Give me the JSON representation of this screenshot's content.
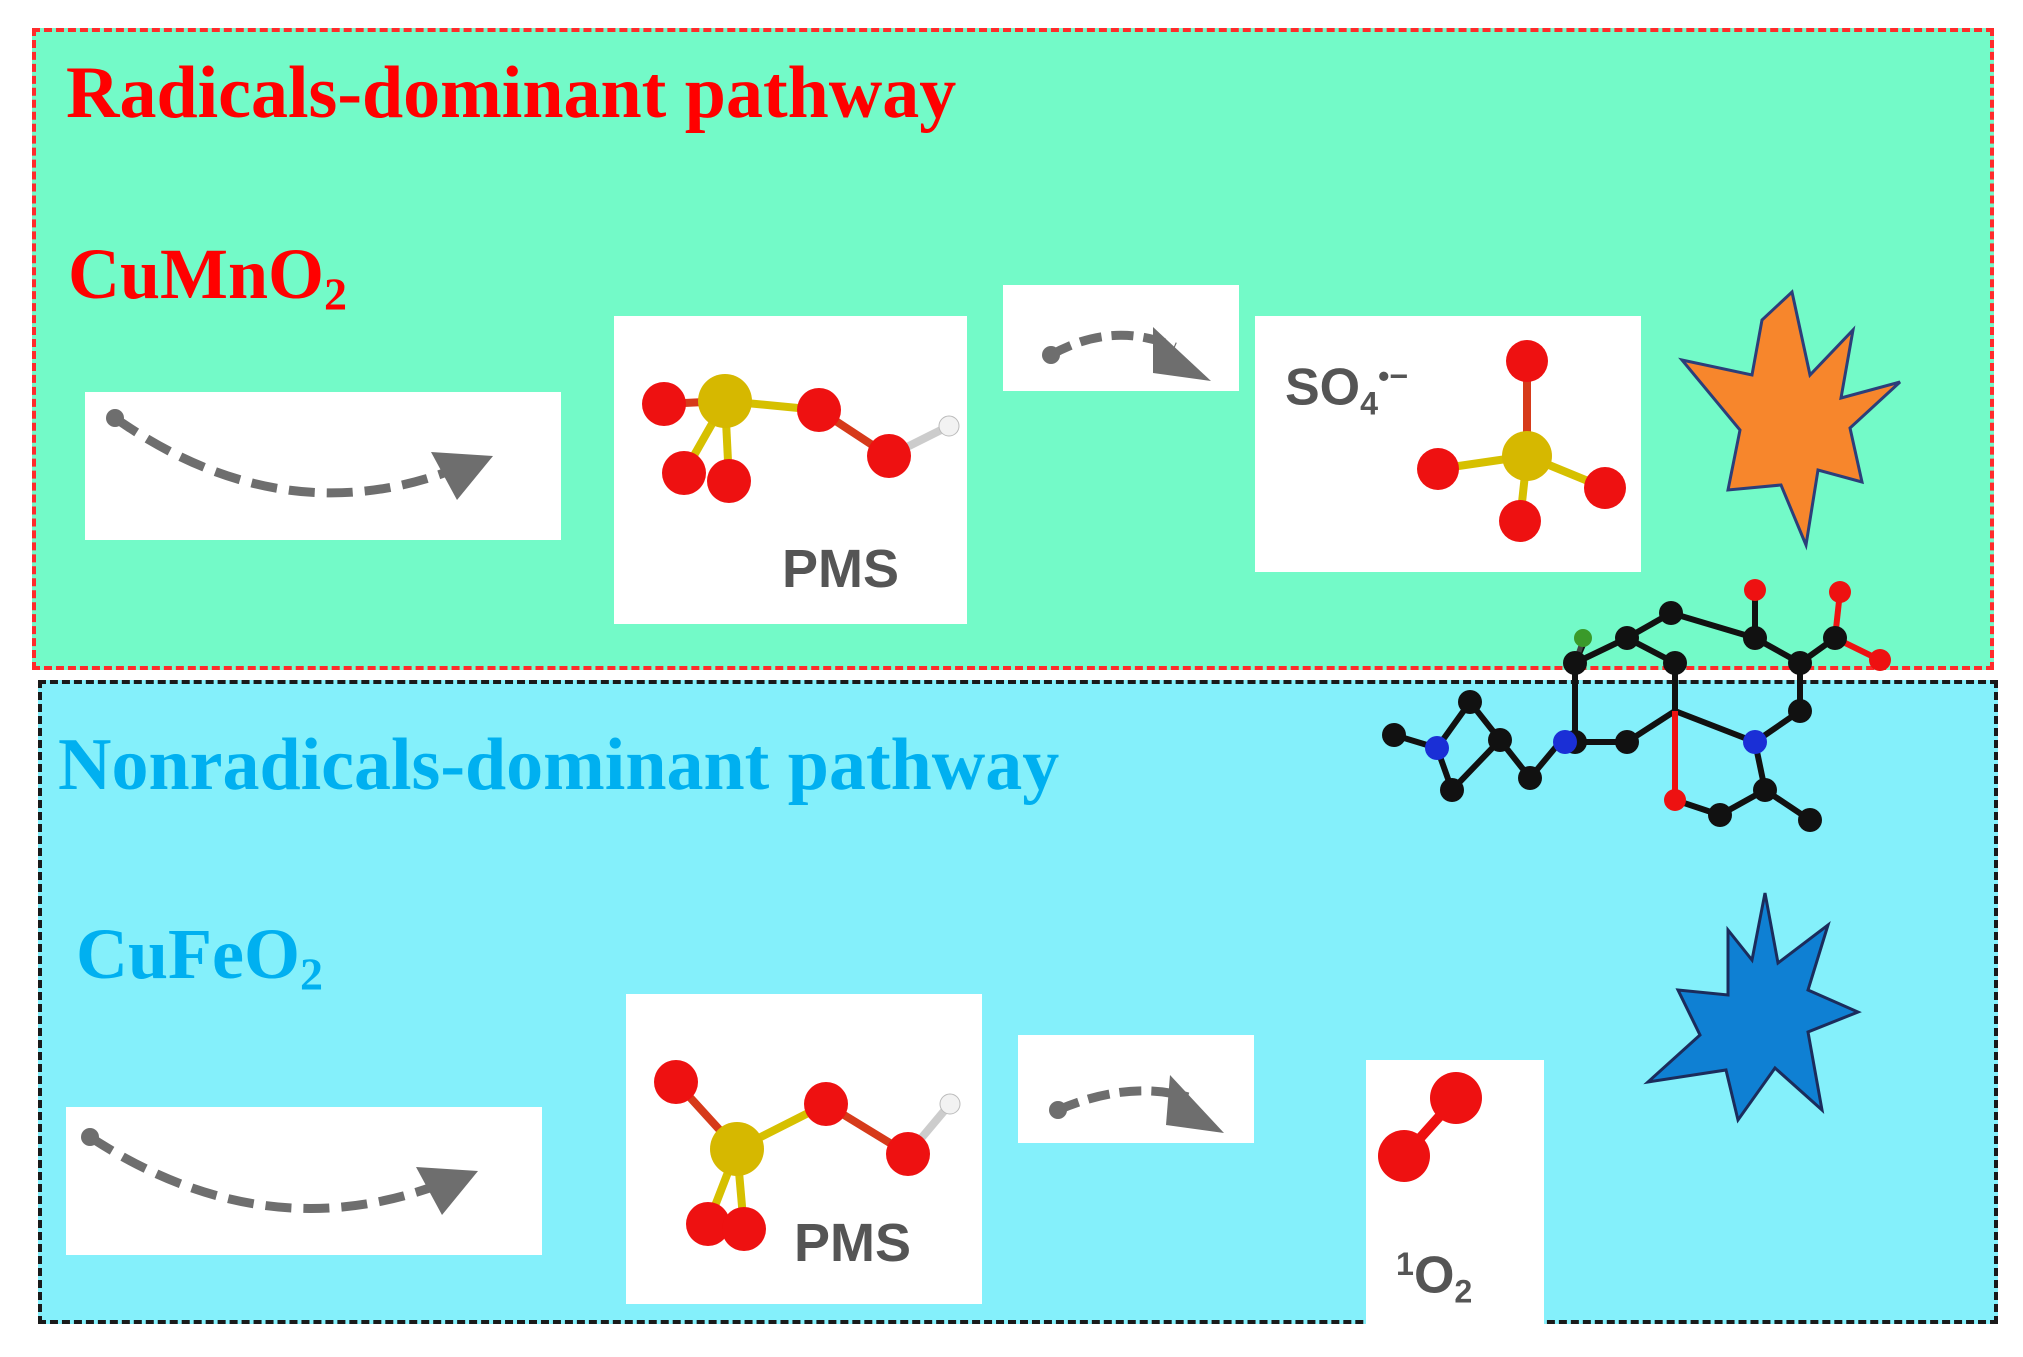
{
  "colors": {
    "radical_panel_bg": "#73fac8",
    "radical_panel_border": "#ff2b2b",
    "radical_text": "#ff0000",
    "nonradical_panel_bg": "#84f0fb",
    "nonradical_panel_border": "#1a1a1a",
    "nonradical_text": "#00b0f0",
    "arrow_gray": "#6e6e6e",
    "oxygen_red": "#ee1111",
    "sulfur_yellow": "#d6b800",
    "burst_orange": "#f7862c",
    "burst_blue": "#0f80d3"
  },
  "radical_pathway": {
    "title": "Radicals-dominant pathway",
    "catalyst": {
      "base": "CuMnO",
      "sub": "2"
    },
    "reagent_label": "PMS",
    "product_label": {
      "base": "SO",
      "sub": "4",
      "sup": "•−"
    },
    "burst_icon": "orange-burst-icon"
  },
  "nonradical_pathway": {
    "title": "Nonradicals-dominant pathway",
    "catalyst": {
      "base": "CuFeO",
      "sub": "2"
    },
    "reagent_label": "PMS",
    "product_label": {
      "sup": "1",
      "base": "O",
      "sub": "2"
    },
    "burst_icon": "blue-burst-icon"
  },
  "pollutant_icon": "ofloxacin-molecule-icon"
}
